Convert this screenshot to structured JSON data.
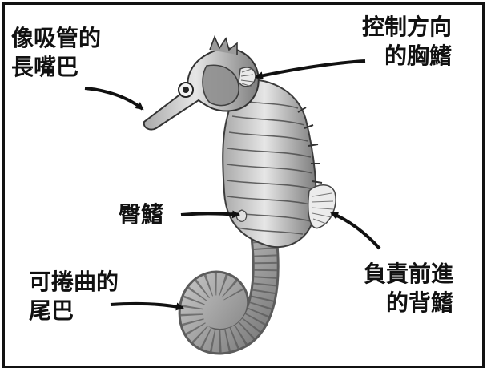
{
  "labels": {
    "snout": [
      "像吸管的",
      "長嘴巴"
    ],
    "pectoral_fin": [
      "控制方向",
      "的胸鰭"
    ],
    "anal_fin": [
      "臀鰭"
    ],
    "dorsal_fin": [
      "負責前進",
      "的背鰭"
    ],
    "tail": [
      "可捲曲的",
      "尾巴"
    ]
  },
  "colors": {
    "ink": "#111111",
    "body_light": "#d9d9d9",
    "body_dark": "#6e6e6e",
    "background": "#ffffff"
  }
}
